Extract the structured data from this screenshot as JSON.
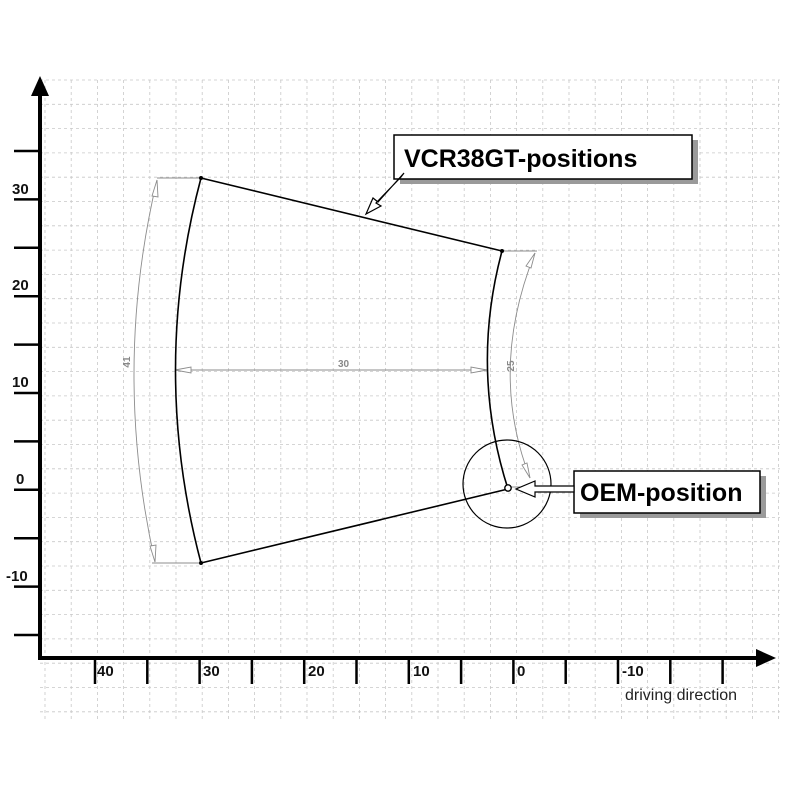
{
  "x_tick_labels": [
    "40",
    "30",
    "20",
    "10",
    "0",
    "-10"
  ],
  "y_tick_labels": [
    "30",
    "20",
    "10",
    "0",
    "-10"
  ],
  "x_axis_caption": "driving direction",
  "callouts": {
    "vcr": "VCR38GT-positions",
    "oem": "OEM-position"
  },
  "dimensions": {
    "width": "30",
    "left_arc": "41",
    "right_arc": "25"
  },
  "colors": {
    "grid_major": "#9a9a9a",
    "grid_minor": "#c8c8c8",
    "dimension": "#8c8c8c",
    "outline": "#000000"
  }
}
